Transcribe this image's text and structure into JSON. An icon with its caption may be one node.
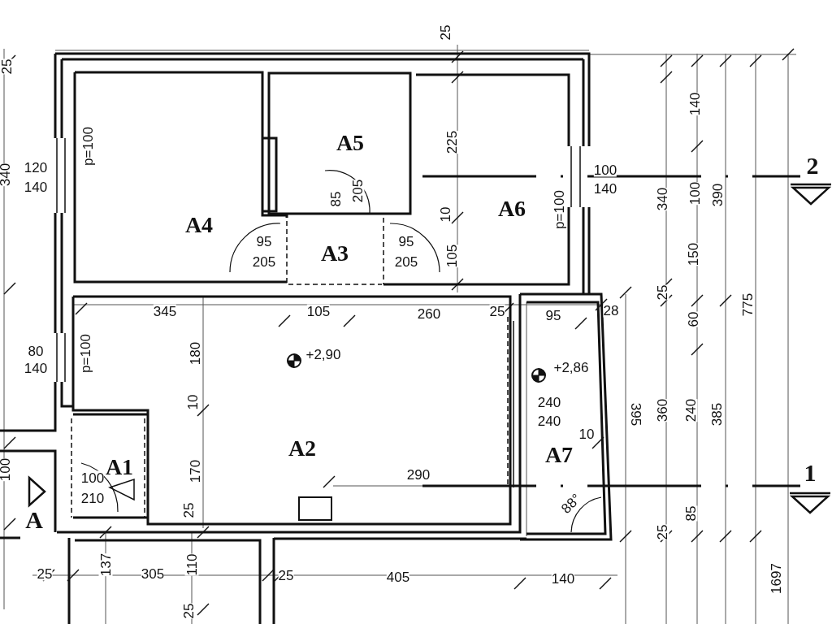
{
  "diagram": {
    "nodes": [
      {
        "text": [
          "A4"
        ]
      },
      {
        "text": [
          "A5"
        ]
      },
      {
        "text": [
          "A6"
        ]
      },
      {
        "text": [
          "A3"
        ]
      },
      {
        "text": [
          "A2"
        ]
      },
      {
        "text": [
          "A1"
        ]
      },
      {
        "text": [
          "A7"
        ]
      }
    ],
    "labels": [
      "25",
      "340",
      "25",
      "p=100",
      "120",
      "140",
      "225",
      "140",
      "100",
      "140",
      "2",
      "340",
      "100",
      "390",
      "85",
      "205",
      "10",
      "p=100",
      "95",
      "205",
      "95",
      "205",
      "105",
      "150",
      "775",
      "25",
      "60",
      "345",
      "105",
      "260",
      "25",
      "95",
      "28",
      "80",
      "140",
      "p=100",
      "180",
      "+2,90",
      "+2,86",
      "240",
      "240",
      "10",
      "395",
      "360",
      "240",
      "385",
      "10",
      "170",
      "290",
      "88°",
      "100",
      "1",
      "A",
      "100",
      "210",
      "85",
      "25",
      "25",
      "1697",
      "25",
      "137",
      "305",
      "110",
      "25",
      "405",
      "140",
      "25"
    ]
  }
}
